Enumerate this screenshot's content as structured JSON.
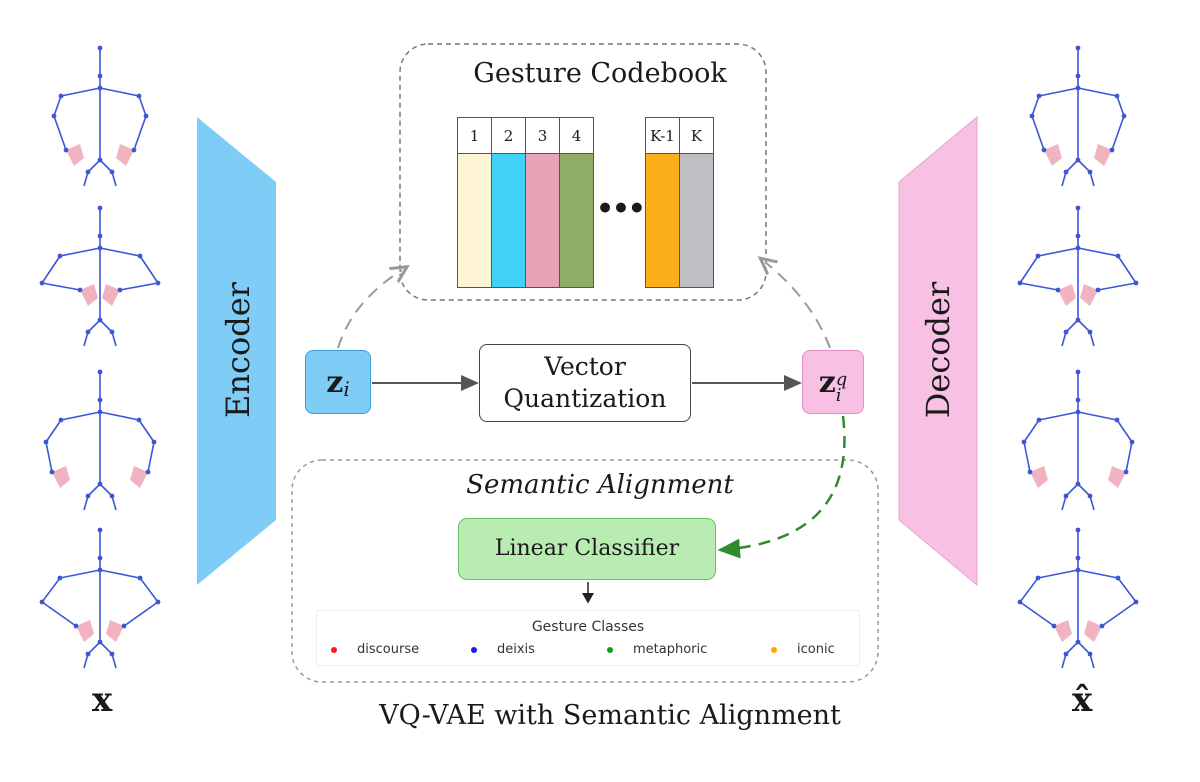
{
  "codebook": {
    "title": "Gesture Codebook",
    "ellipsis": "•••",
    "entries": [
      {
        "label": "1",
        "color": "#fdf4d4"
      },
      {
        "label": "2",
        "color": "#3fd2f6"
      },
      {
        "label": "3",
        "color": "#e8a4b6"
      },
      {
        "label": "4",
        "color": "#90ad65"
      },
      {
        "label": "K-1",
        "color": "#fbaf1a"
      },
      {
        "label": "K",
        "color": "#bfbfc3"
      }
    ]
  },
  "encoder": {
    "label": "Encoder",
    "color": "#7fcdf7"
  },
  "decoder": {
    "label": "Decoder",
    "color": "#f8c1e4"
  },
  "latent": {
    "z_symbol": "z",
    "z_subscript": "i",
    "zq_symbol": "z",
    "zq_superscript": "q",
    "zq_subscript": "i"
  },
  "quantization": {
    "line1": "Vector",
    "line2": "Quantization"
  },
  "semantic_alignment": {
    "title": "Semantic Alignment",
    "classifier_label": "Linear Classifier",
    "legend_title": "Gesture Classes",
    "classes": [
      {
        "label": "discourse",
        "color": "#ff1a1a"
      },
      {
        "label": "deixis",
        "color": "#1a1aff"
      },
      {
        "label": "metaphoric",
        "color": "#1a9a1a"
      },
      {
        "label": "iconic",
        "color": "#ffa500"
      }
    ]
  },
  "input_label": "x",
  "output_label": "x̂",
  "caption": "VQ-VAE with Semantic Alignment",
  "colors": {
    "skeleton": "#3b56d6",
    "hand": "#f0a6b6",
    "arrow_green": "#2e8b2e"
  }
}
